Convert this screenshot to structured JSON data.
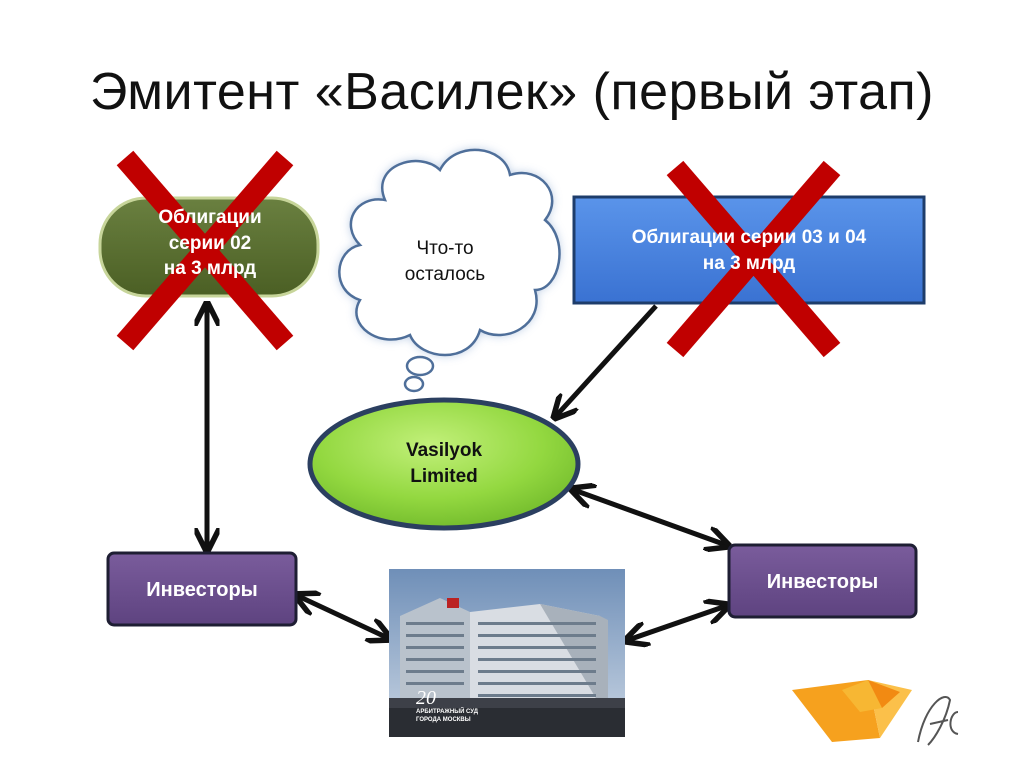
{
  "title": "Эмитент «Василек» (первый этап)",
  "nodes": {
    "bonds_left": {
      "line1": "Облигации",
      "line2": "серии 02",
      "line3": "на 3 млрд"
    },
    "bonds_right": {
      "line1": "Облигации серии 03 и 04",
      "line2": "на 3 млрд"
    },
    "thought": {
      "line1": "Что-то",
      "line2": "осталось"
    },
    "vasilyok": {
      "line1": "Vasilyok",
      "line2": "Limited"
    },
    "investors_left": {
      "label": "Инвесторы"
    },
    "investors_right": {
      "label": "Инвесторы"
    },
    "court": {
      "number": "20",
      "line1": "АРБИТРАЖНЫЙ СУД",
      "line2": "ГОРОДА МОСКВЫ"
    }
  },
  "logo": {
    "text": "A.C."
  },
  "colors": {
    "green_dark": "#556b2f",
    "blue_box": "#4a86e0",
    "green_ellipse": "#8ed63e",
    "purple_box": "#6b4e8c",
    "cross_red": "#c00000"
  }
}
